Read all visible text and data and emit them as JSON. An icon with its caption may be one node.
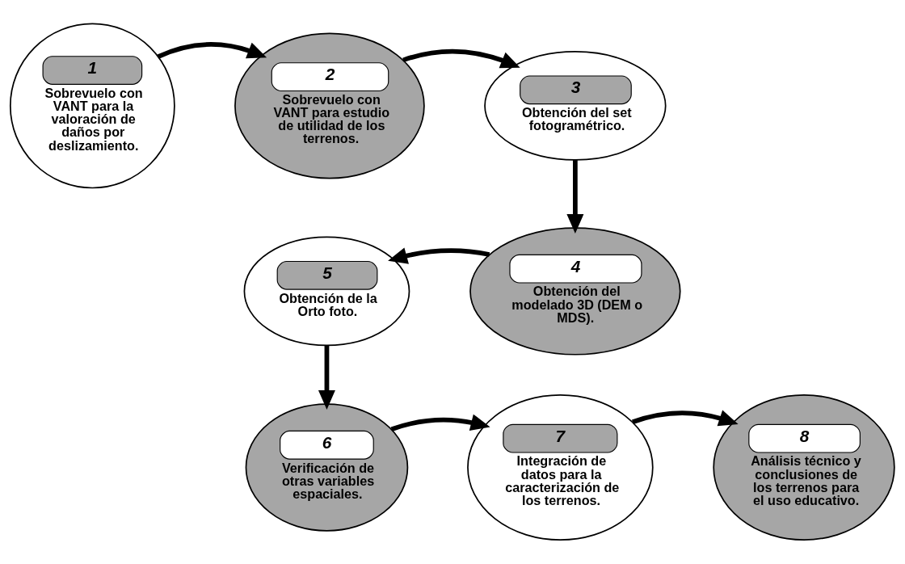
{
  "diagram": {
    "nodes": [
      {
        "text": [
          "1",
          "Sobrevuelo con VANT para la valoración de daños por deslizamiento."
        ]
      },
      {
        "text": [
          "2",
          "Sobrevuelo con VANT para estudio de utilidad de los terrenos."
        ]
      },
      {
        "text": [
          "3",
          "Obtención del set fotogramétrico."
        ]
      },
      {
        "text": [
          "4",
          "Obtención del modelado 3D (DEM o MDS)."
        ]
      },
      {
        "text": [
          "5",
          "Obtención de la Orto foto."
        ]
      },
      {
        "text": [
          "6",
          "Verificación de otras variables espaciales."
        ]
      },
      {
        "text": [
          "7",
          "Integración de datos para la caracterización de los terrenos."
        ]
      },
      {
        "text": [
          "8",
          "Análisis técnico y conclusiones de los terrenos para el uso educativo."
        ]
      }
    ],
    "edges": [
      {
        "from": 0,
        "to": 1,
        "arrow": "to"
      },
      {
        "from": 1,
        "to": 2,
        "arrow": "to"
      },
      {
        "from": 2,
        "to": 3,
        "arrow": "to"
      },
      {
        "from": 3,
        "to": 4,
        "arrow": "to"
      },
      {
        "from": 4,
        "to": 5,
        "arrow": "to"
      },
      {
        "from": 5,
        "to": 6,
        "arrow": "to"
      },
      {
        "from": 6,
        "to": 7,
        "arrow": "to"
      }
    ]
  }
}
